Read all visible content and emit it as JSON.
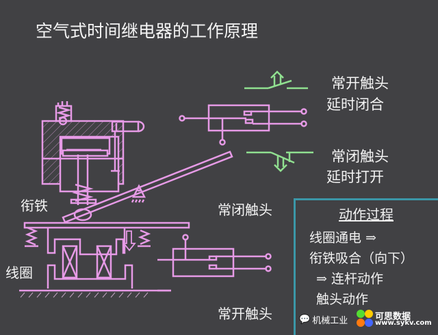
{
  "title": "空气式时间继电器的工作原理",
  "labels": {
    "armature": "衔铁",
    "coil": "线圈",
    "nc_contact": "常闭触头",
    "no_contact": "常开触头",
    "no_delay_line1": "常开触头",
    "no_delay_line2": "延时闭合",
    "nc_delay_line1": "常闭触头",
    "nc_delay_line2": "延时打开"
  },
  "process": {
    "title": "动作过程",
    "steps": [
      "线圈通电  ⇒",
      "衔铁吸合（向下）",
      "⇒ 连杆动作",
      "触头动作"
    ]
  },
  "watermark": {
    "wechat_text": "机械工业",
    "logo_text": "可思数据",
    "logo_url_text": "www.sykv.com"
  },
  "colors": {
    "background": "#414144",
    "mechanism": "#e69ae6",
    "contact_symbol": "#90e090",
    "box_border": "#3b97a8"
  }
}
